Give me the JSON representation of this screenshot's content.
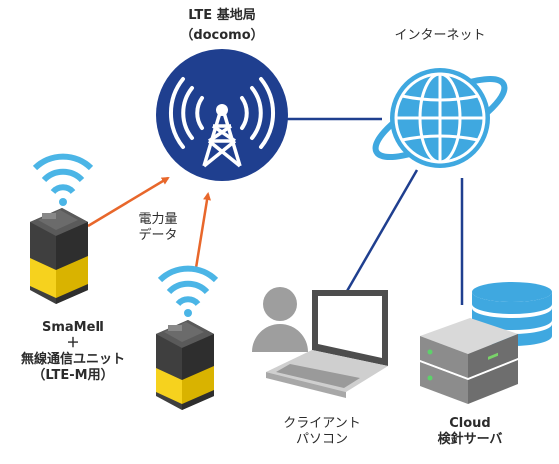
{
  "tower": {
    "title": "LTE 基地局",
    "subtitle": "（docomo）"
  },
  "internet": {
    "label": "インターネット"
  },
  "data_flow": {
    "label": "電力量\nデータ"
  },
  "device": {
    "label": "SmaMeⅡ\n＋\n無線通信ユニット\n（LTE-M用）"
  },
  "client": {
    "label": "クライアント\nパソコン"
  },
  "server": {
    "label": "Cloud\n検針サーバ"
  },
  "colors": {
    "tower_fill": "#1f3f8f",
    "globe": "#3fa8e0",
    "line": "#1f3f8f",
    "arrow": "#e8672b",
    "wifi": "#4bb5e6",
    "device_dark": "#3f3f3f",
    "device_yellow": "#f6d21e",
    "database": "#3fa8e0"
  }
}
